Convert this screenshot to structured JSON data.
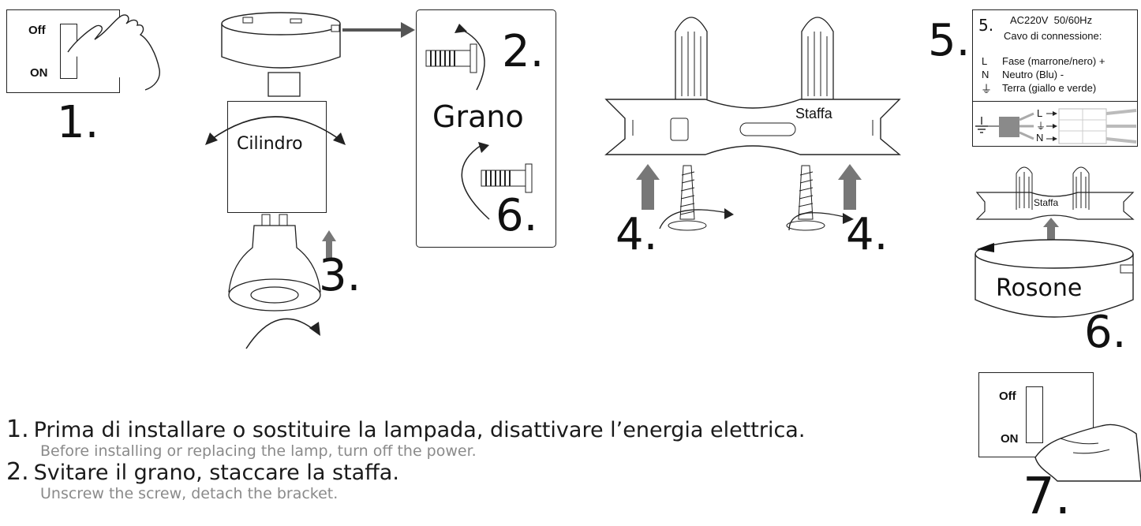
{
  "panel1": {
    "off": "Off",
    "on": "ON",
    "number": "1."
  },
  "panel2": {
    "label": "Cilindro",
    "number": "3."
  },
  "panel3": {
    "number_top": "2.",
    "label": "Grano",
    "number_bottom": "6."
  },
  "panel4": {
    "label": "Staffa",
    "number_left": "4.",
    "number_right": "4."
  },
  "panel5": {
    "number": "5.",
    "box_number": "5.",
    "line1": "AC220V  50/60Hz",
    "line2": "Cavo di connessione:",
    "rows": [
      {
        "sym": "L",
        "text": "Fase (marrone/nero) +"
      },
      {
        "sym": "N",
        "text": "Neutro (Blu) -"
      },
      {
        "sym": "⏚",
        "text": "Terra (giallo e verde)"
      }
    ],
    "term_L": "L",
    "term_E": "⏚",
    "term_N": "N"
  },
  "panel6": {
    "staffa": "Staffa",
    "label": "Rosone",
    "number": "6."
  },
  "panel7": {
    "off": "Off",
    "on": "ON",
    "number": "7."
  },
  "steps": [
    {
      "num": "1.",
      "it": "Prima di installare o sostituire la lampada, disattivare l’energia elettrica.",
      "en": "Before installing or replacing the lamp, turn off the power."
    },
    {
      "num": "2.",
      "it": "Svitare il grano, staccare la staffa.",
      "en": "Unscrew the screw, detach the bracket."
    }
  ]
}
